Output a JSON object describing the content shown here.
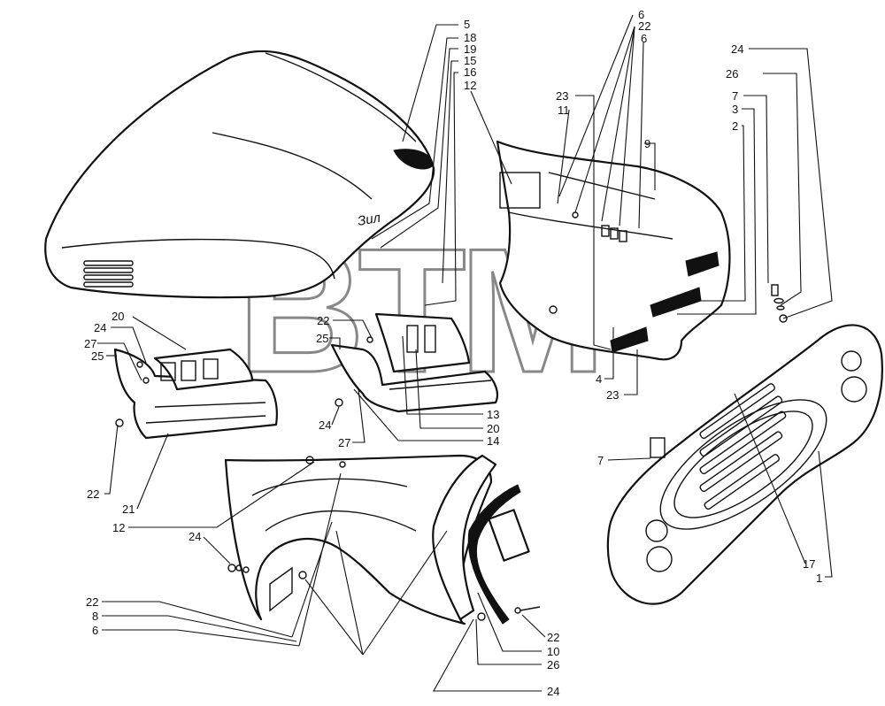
{
  "diagram": {
    "watermark": {
      "text": "BTM",
      "registered": "®"
    },
    "hood_script": "Зил",
    "callouts": [
      {
        "id": "c5",
        "text": "5"
      },
      {
        "id": "c18",
        "text": "18"
      },
      {
        "id": "c19",
        "text": "19"
      },
      {
        "id": "c15",
        "text": "15"
      },
      {
        "id": "c16",
        "text": "16"
      },
      {
        "id": "c12a",
        "text": "12"
      },
      {
        "id": "c6a",
        "text": "6"
      },
      {
        "id": "c22a",
        "text": "22"
      },
      {
        "id": "c6b",
        "text": "6"
      },
      {
        "id": "c23a",
        "text": "23"
      },
      {
        "id": "c11",
        "text": "11"
      },
      {
        "id": "c9",
        "text": "9"
      },
      {
        "id": "c24a",
        "text": "24"
      },
      {
        "id": "c26a",
        "text": "26"
      },
      {
        "id": "c7a",
        "text": "7"
      },
      {
        "id": "c3",
        "text": "3"
      },
      {
        "id": "c2",
        "text": "2"
      },
      {
        "id": "c20a",
        "text": "20"
      },
      {
        "id": "c24b",
        "text": "24"
      },
      {
        "id": "c27a",
        "text": "27"
      },
      {
        "id": "c25a",
        "text": "25"
      },
      {
        "id": "c22b",
        "text": "22"
      },
      {
        "id": "c25b",
        "text": "25"
      },
      {
        "id": "c4",
        "text": "4"
      },
      {
        "id": "c23b",
        "text": "23"
      },
      {
        "id": "c13",
        "text": "13"
      },
      {
        "id": "c24c",
        "text": "24"
      },
      {
        "id": "c20b",
        "text": "20"
      },
      {
        "id": "c27b",
        "text": "27"
      },
      {
        "id": "c14",
        "text": "14"
      },
      {
        "id": "c7b",
        "text": "7"
      },
      {
        "id": "c22c",
        "text": "22"
      },
      {
        "id": "c21",
        "text": "21"
      },
      {
        "id": "c12b",
        "text": "12"
      },
      {
        "id": "c24d",
        "text": "24"
      },
      {
        "id": "c17",
        "text": "17"
      },
      {
        "id": "c1",
        "text": "1"
      },
      {
        "id": "c22d",
        "text": "22"
      },
      {
        "id": "c8",
        "text": "8"
      },
      {
        "id": "c6c",
        "text": "6"
      },
      {
        "id": "c22e",
        "text": "22"
      },
      {
        "id": "c10",
        "text": "10"
      },
      {
        "id": "c26b",
        "text": "26"
      },
      {
        "id": "c24e",
        "text": "24"
      }
    ]
  }
}
